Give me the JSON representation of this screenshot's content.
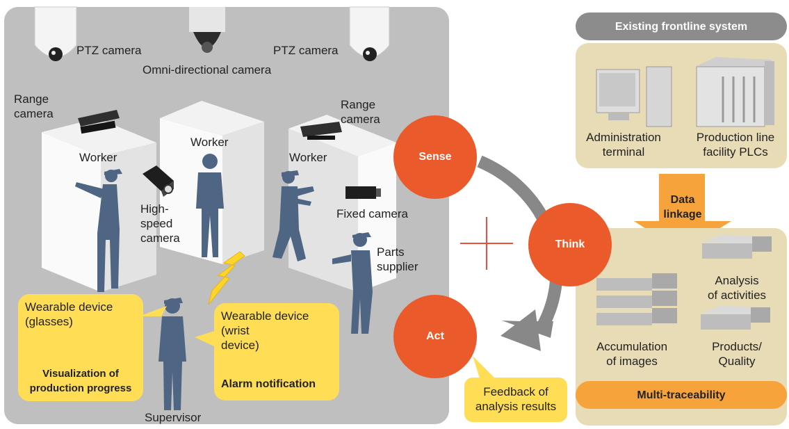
{
  "factory": {
    "ptz_camera_left": "PTZ camera",
    "omni_camera": "Omni-directional camera",
    "ptz_camera_right": "PTZ camera",
    "range_camera_left": [
      "Range",
      "camera"
    ],
    "range_camera_right": [
      "Range",
      "camera"
    ],
    "worker_left": "Worker",
    "worker_center": "Worker",
    "worker_right": "Worker",
    "high_speed_camera": [
      "High-",
      "speed",
      "camera"
    ],
    "fixed_camera": "Fixed camera",
    "parts_supplier": [
      "Parts",
      "supplier"
    ],
    "supervisor": "Supervisor",
    "glasses_callout": {
      "title": [
        "Wearable device",
        "(glasses)"
      ],
      "caption": [
        "Visualization of",
        "production progress"
      ]
    },
    "wrist_callout": {
      "title": [
        "Wearable device",
        "(wrist",
        "device)"
      ],
      "caption": "Alarm notification"
    }
  },
  "cycle": {
    "sense": "Sense",
    "think": "Think",
    "act": "Act",
    "feedback": [
      "Feedback of",
      "analysis results"
    ]
  },
  "frontline": {
    "header": "Existing frontline system",
    "admin_terminal": [
      "Administration",
      "terminal"
    ],
    "plc": [
      "Production line",
      "facility PLCs"
    ],
    "data_linkage": [
      "Data",
      "linkage"
    ]
  },
  "traceability": {
    "analysis": [
      "Analysis",
      "of activities"
    ],
    "accumulation": [
      "Accumulation",
      "of images"
    ],
    "products": [
      "Products/",
      "Quality"
    ],
    "footer": "Multi-traceability"
  },
  "colors": {
    "panel_gray": "#bfbfbf",
    "figure_blue": "#4e6583",
    "accent_orange": "#ea5a2b",
    "callout_yellow": "#ffdd55",
    "arrow_orange": "#f6a33c",
    "beige": "#e8dcb6"
  }
}
